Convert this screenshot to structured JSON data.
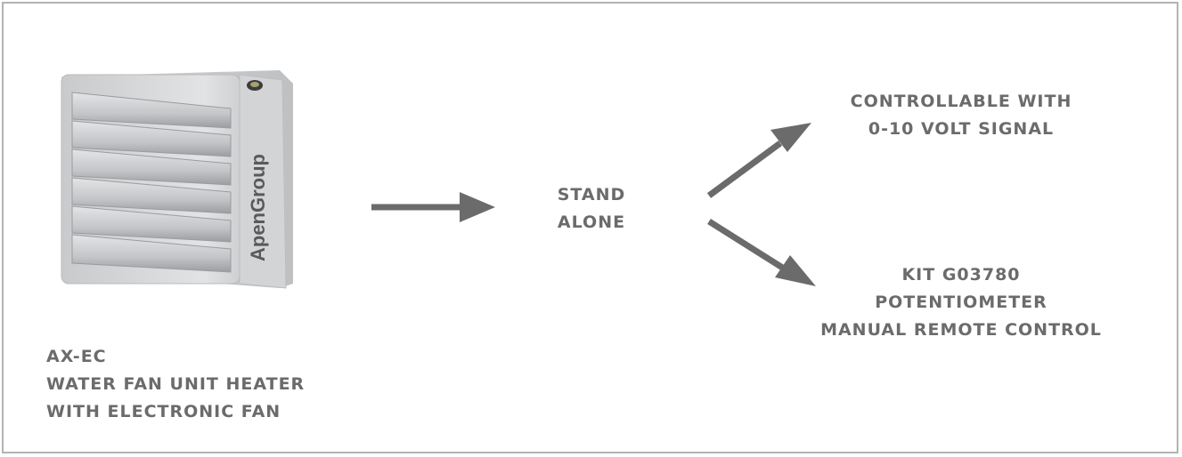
{
  "product": {
    "lines": [
      "AX-EC",
      "WATER FAN UNIT HEATER",
      "WITH ELECTRONIC FAN"
    ],
    "brand_logo_text": "ApenGroup"
  },
  "stand_alone": {
    "lines": [
      "STAND",
      "ALONE"
    ]
  },
  "controllable": {
    "lines": [
      "CONTROLLABLE WITH",
      "0-10 VOLT SIGNAL"
    ]
  },
  "kit": {
    "lines": [
      "KIT G03780",
      "POTENTIOMETER",
      "MANUAL REMOTE CONTROL"
    ]
  },
  "colors": {
    "text": "#6b6b6b",
    "arrow": "#6b6b6b",
    "border": "#b3b3b3"
  }
}
